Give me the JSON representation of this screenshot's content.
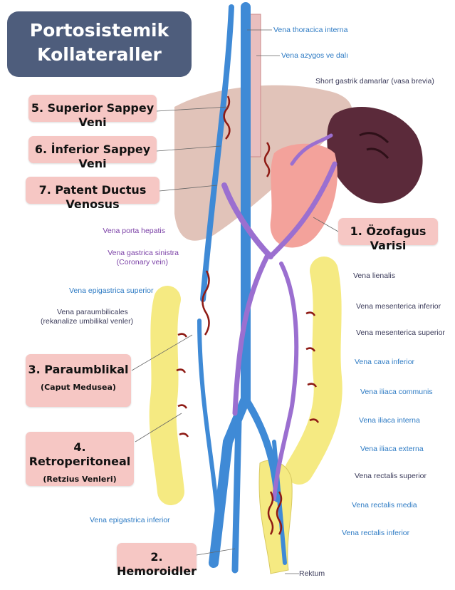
{
  "title": {
    "line1": "Portosistemik",
    "line2": "Kollateraller"
  },
  "boxes": {
    "superior_sappey": "5. Superior Sappey Veni",
    "inferior_sappey": "6. İnferior Sappey Veni",
    "patent_ductus": "7. Patent Ductus Venosus",
    "ozofagus": "1. Özofagus Varisi",
    "paraumblikal": {
      "main": "3. Paraumblikal",
      "sub": "(Caput Medusea)"
    },
    "retroperitoneal": {
      "main": "4. Retroperitoneal",
      "sub": "(Retzius Venleri)"
    },
    "hemoroidler": "2. Hemoroidler"
  },
  "labels": {
    "thoracica_interna": "Vena thoracica interna",
    "azygos": "Vena azygos ve dalı",
    "short_gastrik": "Short gastrik damarlar (vasa brevia)",
    "porta_hepatis": "Vena porta hepatis",
    "gastrica_sinistra_1": "Vena gastrica sinistra",
    "gastrica_sinistra_2": "(Coronary vein)",
    "epigastrica_superior": "Vena epigastrica superior",
    "paraumbilicales_1": "Vena paraumbilicales",
    "paraumbilicales_2": "(rekanalize umbilikal venler)",
    "lienalis": "Vena lienalis",
    "mesenterica_inferior": "Vena mesenterica inferior",
    "mesenterica_superior": "Vena mesenterica superior",
    "cava_inferior": "Vena cava inferior",
    "iliaca_communis": "Vena iliaca communis",
    "iliaca_interna": "Vena iliaca interna",
    "iliaca_externa": "Vena iliaca externa",
    "rectalis_superior": "Vena rectalis superior",
    "rectalis_media": "Vena rectalis media",
    "rectalis_inferior": "Vena rectalis inferior",
    "epigastrica_inferior": "Vena epigastrica inferior",
    "rektum": "Rektum"
  },
  "colors": {
    "title_bg": "#4e5d7c",
    "box_bg": "#f6c7c4",
    "vein_blue": "#3f8ad6",
    "portal_purple": "#9b6fd0",
    "liver": "#d9b3a8",
    "stomach": "#f29a94",
    "spleen": "#5b2a3a",
    "colon": "#f5ea82",
    "varix_red": "#8e1a14"
  }
}
